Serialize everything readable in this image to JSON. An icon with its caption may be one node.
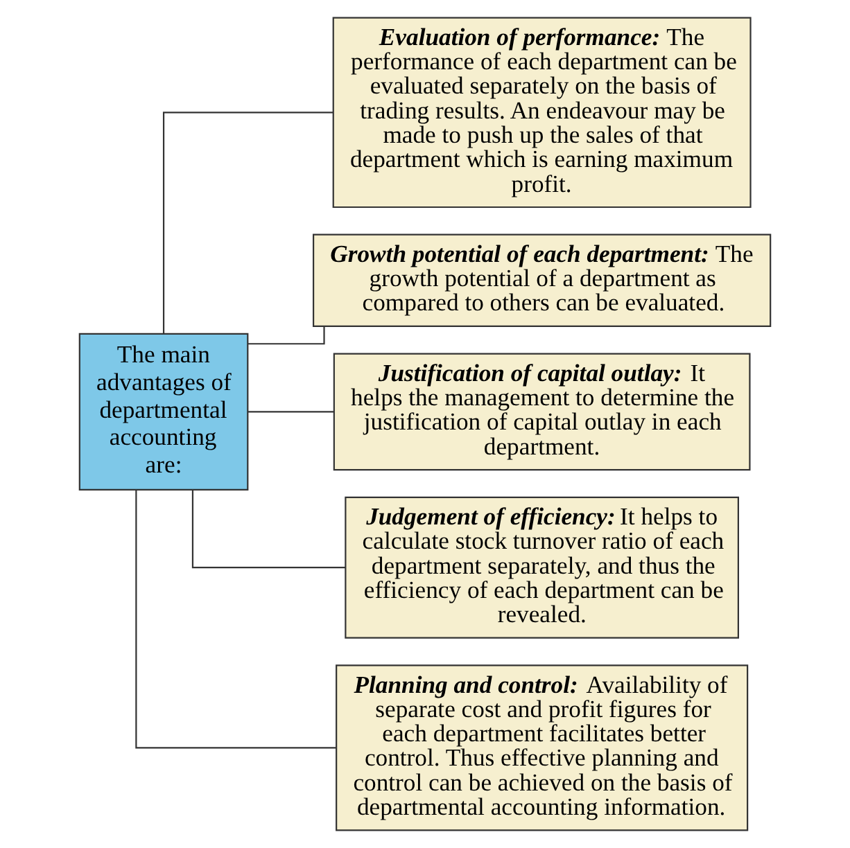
{
  "diagram": {
    "nodes": [
      {
        "text": [
          "The main advantages of departmental accounting are:"
        ]
      },
      {
        "text": [
          "Evaluation of performance:",
          "The performance of each department can be evaluated separately on the basis of trading results. An endeavour may be made to push up the sales of that department which is earning maximum profit."
        ]
      },
      {
        "text": [
          "Growth potential of each department:",
          "The growth potential of a department as compared to others can be evaluated."
        ]
      },
      {
        "text": [
          "Justification of capital outlay:",
          "It helps the management to determine the justification of capital outlay in each department."
        ]
      },
      {
        "text": [
          "Judgement of efficiency:",
          "It helps to calculate stock turnover ratio of each department separately, and thus the efficiency of each department can be revealed."
        ]
      },
      {
        "text": [
          "Planning and control:",
          "Availability of separate cost and profit figures for each department facilitates better control. Thus effective planning and control can be achieved on the basis of departmental accounting information."
        ]
      }
    ],
    "edges": [
      {
        "from": 0,
        "to": 1,
        "arrow": "none"
      },
      {
        "from": 0,
        "to": 2,
        "arrow": "none"
      },
      {
        "from": 0,
        "to": 3,
        "arrow": "none"
      },
      {
        "from": 0,
        "to": 4,
        "arrow": "none"
      },
      {
        "from": 0,
        "to": 5,
        "arrow": "none"
      }
    ]
  }
}
